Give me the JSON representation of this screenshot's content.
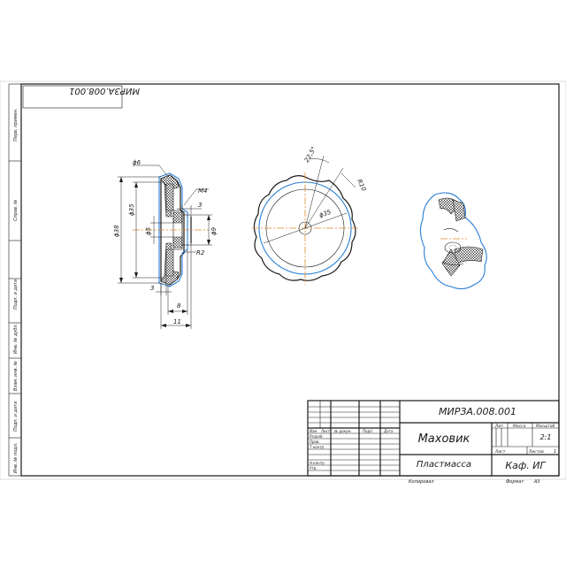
{
  "drawing": {
    "code": "МИРЗА.008.001",
    "code_mirrored": "МИРЗА.008.001",
    "title": "Маховик",
    "material": "Пластмасса",
    "organization": "Каф. ИГ",
    "scale_value": "2:1",
    "sheets_value": "1",
    "format_value": "A3",
    "copied_label": "Копировал",
    "format_label": "Формат"
  },
  "title_block": {
    "lit_label": "Лит.",
    "mass_label": "Масса",
    "scale_label": "Масштаб",
    "sheet_label": "Лист",
    "sheets_label": "Листов",
    "change_headers": [
      "Изм",
      "Лист",
      "№ докум.",
      "Подп.",
      "Дата"
    ],
    "roles": [
      "Разраб.",
      "Пров.",
      "Т.контр.",
      "",
      "Н.контр.",
      "Утв."
    ]
  },
  "side_labels": [
    "Перв. примен.",
    "Справ. №",
    "Подп. и дата",
    "Инв. № дубл.",
    "Взам. инв. №",
    "Подп. и дата",
    "Инв. № подл."
  ],
  "dimensions": {
    "d6": "ϕ6",
    "m4": "M4",
    "three_top": "3",
    "d38": "ϕ38",
    "d35": "ϕ35",
    "d5": "ϕ5",
    "d9": "ϕ9",
    "r2": "R2",
    "three_bot": "3",
    "eight": "8",
    "eleven": "11",
    "d35_front": "ϕ35",
    "angle": "22,5°",
    "r10": "R10"
  }
}
